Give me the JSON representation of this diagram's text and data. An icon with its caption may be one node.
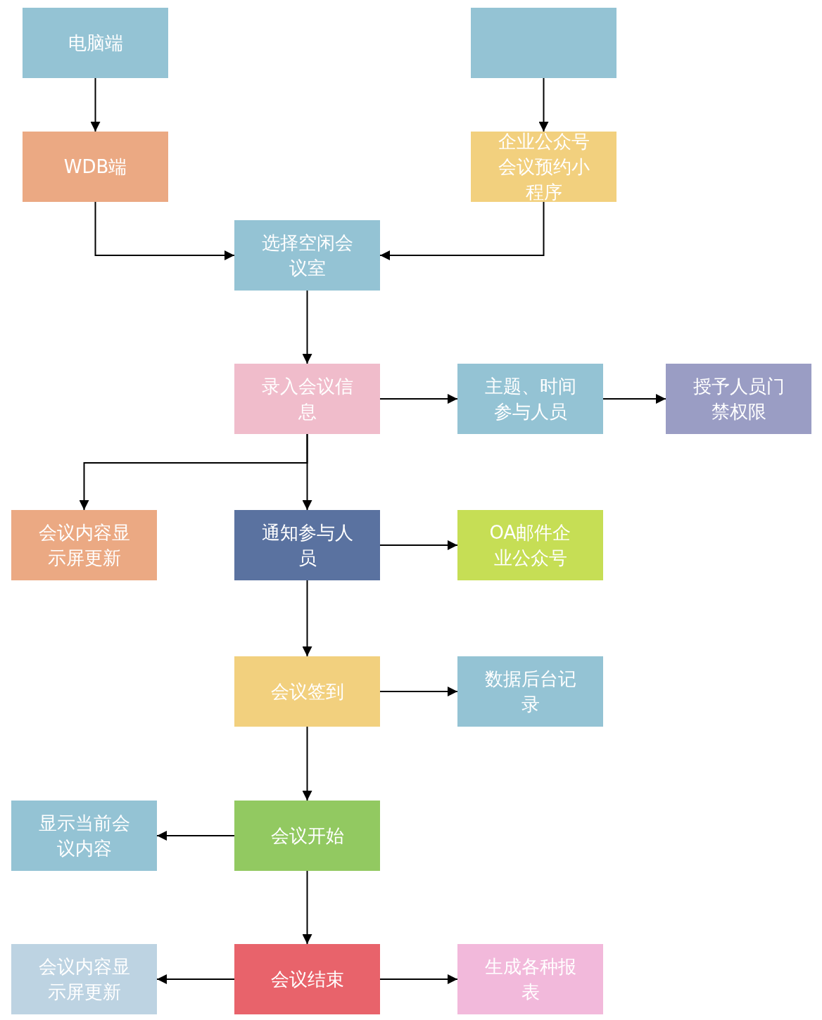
{
  "diagram": {
    "nodes": [
      {
        "text": [
          "电脑端"
        ]
      },
      {
        "text": [],
        "shape": "box"
      },
      {
        "text": [
          "WDB端"
        ]
      },
      {
        "text": [
          "企业公众号会议预约小程序"
        ]
      },
      {
        "text": [
          "选择空闲会议室"
        ]
      },
      {
        "text": [
          "录入会议信息"
        ]
      },
      {
        "text": [
          "主题、时间参与人员"
        ]
      },
      {
        "text": [
          "授予人员门禁权限"
        ]
      },
      {
        "text": [
          "会议内容显示屏更新"
        ]
      },
      {
        "text": [
          "通知参与人员"
        ]
      },
      {
        "text": [
          "OA邮件企业公众号"
        ]
      },
      {
        "text": [
          "会议签到"
        ]
      },
      {
        "text": [
          "数据后台记录"
        ]
      },
      {
        "text": [
          "显示当前会议内容"
        ]
      },
      {
        "text": [
          "会议开始"
        ]
      },
      {
        "text": [
          "会议内容显示屏更新"
        ]
      },
      {
        "text": [
          "会议结束"
        ]
      },
      {
        "text": [
          "生成各种报表"
        ]
      }
    ],
    "edges": [
      {
        "from": 0,
        "to": 2,
        "arrow": "to"
      },
      {
        "from": 1,
        "to": 3,
        "arrow": "to"
      },
      {
        "from": 2,
        "to": 4,
        "arrow": "to"
      },
      {
        "from": 3,
        "to": 4,
        "arrow": "to"
      },
      {
        "from": 4,
        "to": 5,
        "arrow": "to"
      },
      {
        "from": 5,
        "to": 6,
        "arrow": "to"
      },
      {
        "from": 6,
        "to": 7,
        "arrow": "to"
      },
      {
        "from": 5,
        "to": 8,
        "arrow": "to"
      },
      {
        "from": 5,
        "to": 9,
        "arrow": "to"
      },
      {
        "from": 9,
        "to": 10,
        "arrow": "to"
      },
      {
        "from": 9,
        "to": 11,
        "arrow": "to"
      },
      {
        "from": 11,
        "to": 12,
        "arrow": "to"
      },
      {
        "from": 11,
        "to": 14,
        "arrow": "to"
      },
      {
        "from": 14,
        "to": 13,
        "arrow": "to"
      },
      {
        "from": 14,
        "to": 16,
        "arrow": "to"
      },
      {
        "from": 16,
        "to": 15,
        "arrow": "to"
      },
      {
        "from": 16,
        "to": 17,
        "arrow": "to"
      }
    ]
  }
}
